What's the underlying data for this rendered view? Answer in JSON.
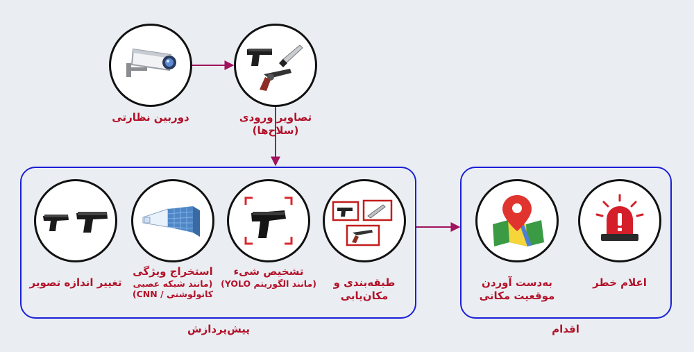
{
  "diagram": {
    "nodes": {
      "camera": {
        "label": "دوربین نظارتی",
        "icon": "cctv-camera-icon"
      },
      "input": {
        "label": "تصاویر ورودی",
        "sublabel": "(سلاح‌ها)",
        "icon": "weapons-icon"
      },
      "localize": {
        "label": "طبقه‌بندی و",
        "sublabel": "مکان‌یابی",
        "icon": "weapon-boxes-icon"
      },
      "detect": {
        "label": "تشخیص شیء",
        "sublabel": "(مانند الگوریتم YOLO)",
        "icon": "pistol-detection-icon"
      },
      "features": {
        "label": "استخراج ویژگی",
        "sublabel": "(مانند شبکه عصبی",
        "sublabel2": "کانولوشنی / CNN)",
        "icon": "cnn-layers-icon"
      },
      "resize": {
        "label": "تغییر اندازه تصویر",
        "icon": "two-pistols-icon"
      },
      "location": {
        "label": "به‌دست آوردن",
        "sublabel": "موقعیت مکانی",
        "icon": "map-pin-icon"
      },
      "alert": {
        "label": "اعلام خطر",
        "icon": "siren-icon"
      }
    },
    "groups": {
      "preprocess": {
        "label": "پیش‌پردازش"
      },
      "action": {
        "label": "اقدام"
      }
    },
    "colors": {
      "border": "#1b1ed6",
      "arrow": "#a0135e",
      "text": "#b3122a",
      "alert": "#d41f2a"
    }
  }
}
